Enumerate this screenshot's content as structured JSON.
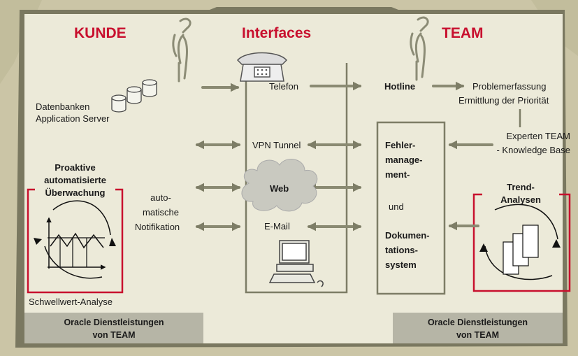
{
  "headers": {
    "kunde": "KUNDE",
    "interfaces": "Interfaces",
    "team": "TEAM"
  },
  "kunde": {
    "datenbanken": "Datenbanken",
    "application_server": "Application Server",
    "proaktive_lines": [
      "Proaktive",
      "automatisierte",
      "Überwachung"
    ],
    "schwellwert": "Schwellwert-Analyse",
    "auto_lines": [
      "auto-",
      "matische",
      "Notifikation"
    ]
  },
  "interfaces": {
    "telefon": "Telefon",
    "vpn": "VPN Tunnel",
    "web": "Web",
    "email": "E-Mail"
  },
  "team": {
    "hotline": "Hotline",
    "problem_lines": [
      "Problemerfassung",
      "Ermittlung der Priorität"
    ],
    "experten_lines": [
      "Experten TEAM",
      "- Knowledge Base"
    ],
    "fehler_lines": [
      "Fehler-",
      "manage-",
      "ment-"
    ],
    "und": "und",
    "doku_lines": [
      "Dokumen-",
      "tations-",
      "system"
    ],
    "trend_lines": [
      "Trend-",
      "Analysen"
    ]
  },
  "footer": {
    "left_lines": [
      "Oracle Dienstleistungen",
      "von TEAM"
    ],
    "right_lines": [
      "Oracle Dienstleistungen",
      "von TEAM"
    ]
  },
  "colors": {
    "accent_red": "#c8102e",
    "arrow": "#8a8a72",
    "frame": "#6e6e58",
    "panel": "#ece9d8",
    "footer_box": "#b5b5a5"
  }
}
